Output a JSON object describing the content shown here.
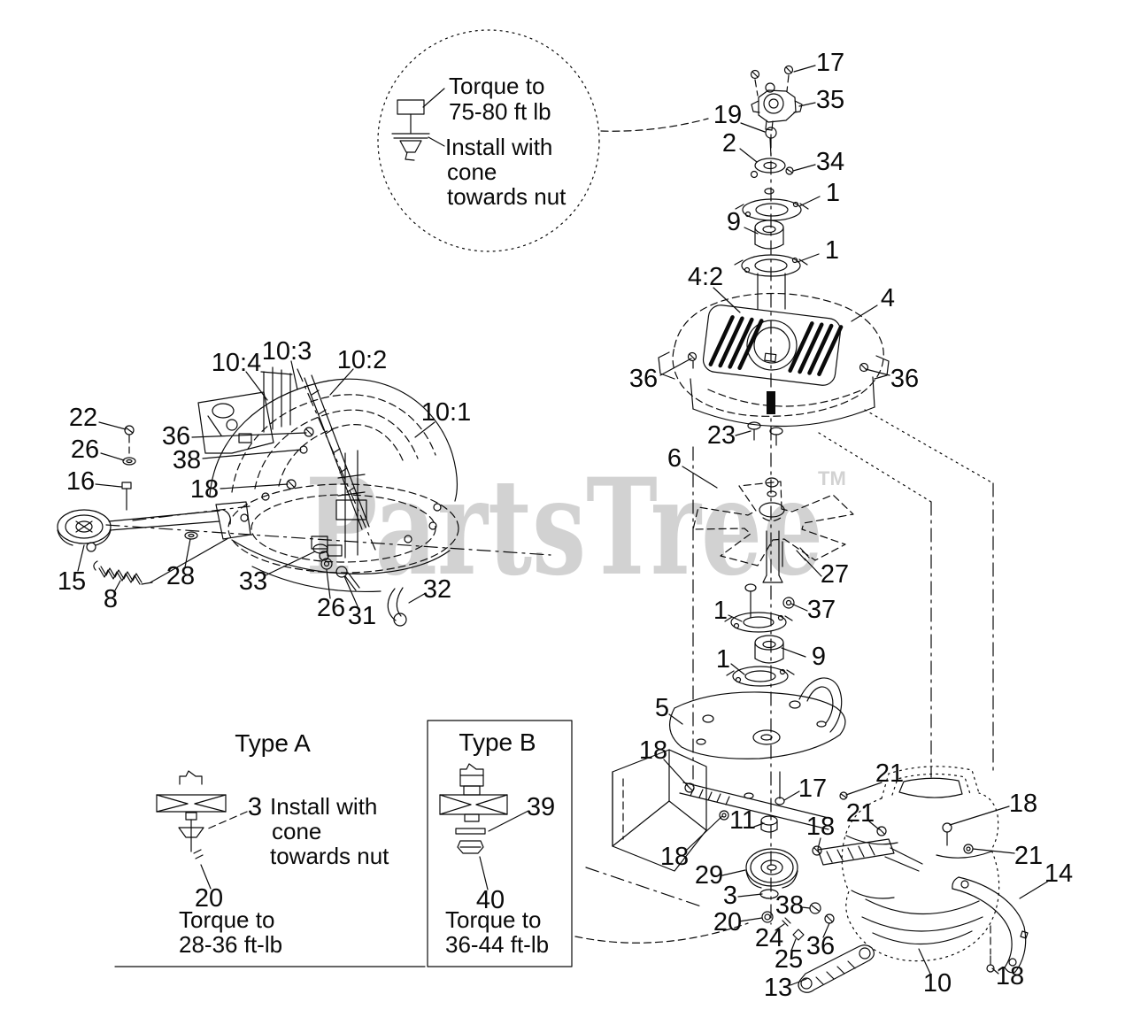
{
  "colors": {
    "line": "#0a0a0a",
    "watermark": "#d2d2d2",
    "background": "#ffffff"
  },
  "watermark": {
    "text": "PartsTree",
    "tm": "TM"
  },
  "balloon": {
    "torque_lines": [
      "Torque to",
      "75-80 ft lb"
    ],
    "install_lines": [
      "Install with",
      "cone",
      "towards nut"
    ]
  },
  "type_a": {
    "title": "Type A",
    "pulley_callout": "3",
    "nut_callout": "20",
    "install_lines": [
      "Install with",
      "cone",
      "towards nut"
    ],
    "torque_lines": [
      "Torque to",
      "28-36 ft-lb"
    ]
  },
  "type_b": {
    "title": "Type B",
    "washer_callout": "39",
    "nut_callout": "40",
    "torque_lines": [
      "Torque to",
      "36-44 ft-lb"
    ]
  },
  "callouts": {
    "t17": "17",
    "t35": "35",
    "t19": "19",
    "t2": "2",
    "t34": "34",
    "t1a": "1",
    "t9a": "9",
    "t1b": "1",
    "t42": "4:2",
    "t4": "4",
    "t36l": "36",
    "t36r": "36",
    "t23": "23",
    "t6": "6",
    "t27": "27",
    "t37": "37",
    "t1c": "1",
    "t9b": "9",
    "t1d": "1",
    "t5": "5",
    "t18a": "18",
    "t17b": "17",
    "t11": "11",
    "t18b": "18",
    "t18c": "18",
    "t29": "29",
    "t3b": "3",
    "t20b": "20",
    "t38b": "38",
    "t24": "24",
    "t25": "25",
    "t36b": "36",
    "t13": "13",
    "t21a": "21",
    "t21b": "21",
    "t18d": "18",
    "t21c": "21",
    "t14": "14",
    "t10": "10",
    "t18e": "18",
    "t104": "10:4",
    "t103": "10:3",
    "t102": "10:2",
    "t101": "10:1",
    "t22": "22",
    "t26a": "26",
    "t16": "16",
    "t36c": "36",
    "t38a": "38",
    "t18f": "18",
    "t15": "15",
    "t8": "8",
    "t28": "28",
    "t33": "33",
    "t26b": "26",
    "t31": "31",
    "t32": "32"
  }
}
